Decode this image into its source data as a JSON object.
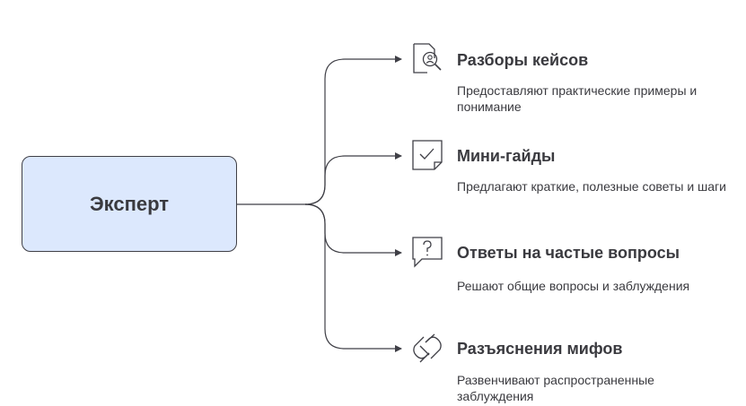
{
  "root": {
    "label": "Эксперт"
  },
  "branches": [
    {
      "title": "Разборы кейсов",
      "description": "Предоставляют практические примеры и понимание",
      "icon": "case-study-search-icon"
    },
    {
      "title": "Мини-гайды",
      "description": "Предлагают краткие, полезные советы и шаги",
      "icon": "checklist-note-icon"
    },
    {
      "title": "Ответы на частые вопросы",
      "description": "Решают общие вопросы и заблуждения",
      "icon": "question-bubble-icon"
    },
    {
      "title": "Разъяснения мифов",
      "description": "Развенчивают распространенные заблуждения",
      "icon": "broken-pill-icon"
    }
  ],
  "colors": {
    "root_fill": "#dce8fd",
    "stroke": "#3f3f46",
    "text": "#3a3a3f"
  }
}
